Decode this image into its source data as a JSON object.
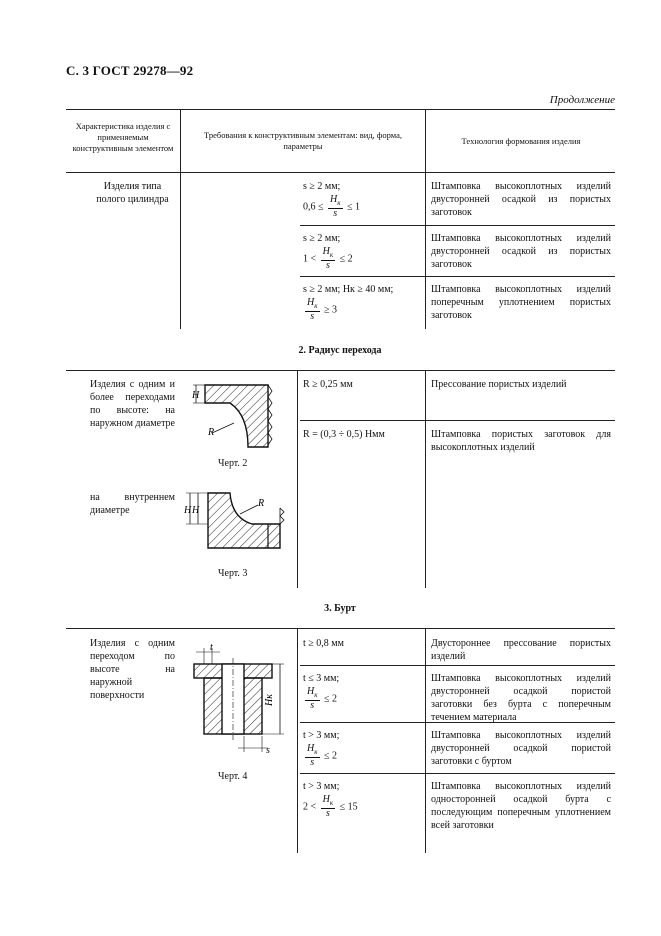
{
  "header": {
    "title": "С. 3 ГОСТ 29278—92",
    "continuation": "Продолжение"
  },
  "table_head": {
    "col1": "Характеристика изделия с применяемым конструктивным элементом",
    "col2": "Требования к конструктивным элементам: вид, форма, параметры",
    "col3": "Технология формования изделия"
  },
  "block1": {
    "item": "Изделия типа полого цилиндра",
    "rows": [
      {
        "req_line1": "s ≥ 2 мм;",
        "req_pre": "0,6 ≤",
        "req_num": "H",
        "req_sub": "к",
        "req_den": "s",
        "req_post": "≤ 1",
        "tech": "Штамповка высокоплотных изделий двусторонней осадкой из пористых заготовок"
      },
      {
        "req_line1": "s ≥ 2 мм;",
        "req_pre": "1 <",
        "req_num": "H",
        "req_sub": "к",
        "req_den": "s",
        "req_post": "≤ 2",
        "tech": "Штамповка высокоплотных изделий двусторонней осадкой из пористых заготовок"
      },
      {
        "req_line1": "s ≥ 2 мм; Hк ≥ 40 мм;",
        "req_pre": "",
        "req_num": "H",
        "req_sub": "к",
        "req_den": "s",
        "req_post": "≥ 3",
        "tech": "Штамповка высокоплотных изделий поперечным уплотнением пористых заготовок"
      }
    ]
  },
  "section2": {
    "title": "2. Радиус перехода",
    "item_outer": "Изделия с одним и более переходами по высоте: на наружном диаметре",
    "item_inner": "на внутреннем диаметре",
    "fig2_caption": "Черт. 2",
    "fig3_caption": "Черт. 3",
    "fig_labels": {
      "H": "H",
      "R": "R"
    },
    "rows": [
      {
        "req": "R ≥ 0,25 мм",
        "tech": "Прессование пористых изделий"
      },
      {
        "req": "R = (0,3 ÷ 0,5) Hмм",
        "tech": "Штамповка пористых заготовок для высокоплотных изделий"
      }
    ]
  },
  "section3": {
    "title": "3. Бурт",
    "item": "Изделия с одним переходом по высоте на наружной поверхности",
    "fig4_caption": "Черт. 4",
    "fig_labels": {
      "t": "t",
      "Hk": "Hк",
      "s": "s"
    },
    "rows": [
      {
        "req_line1": "t ≥ 0,8 мм",
        "has_frac": false,
        "req_pre": "",
        "req_post": "",
        "tech": "Двустороннее прессование пористых изделий"
      },
      {
        "req_line1": "t ≤ 3 мм;",
        "has_frac": true,
        "req_pre": "",
        "req_post": "≤ 2",
        "tech": "Штамповка высокоплотных изделий двусторонней осадкой пористой заготовки без бурта с поперечным течением материала"
      },
      {
        "req_line1": "t > 3 мм;",
        "has_frac": true,
        "req_pre": "",
        "req_post": "≤ 2",
        "tech": "Штамповка высокоплотных изделий двусторонней осадкой пористой заготовки с буртом"
      },
      {
        "req_line1": "t > 3 мм;",
        "has_frac": true,
        "req_pre": "2 <",
        "req_post": "≤ 15",
        "tech": "Штамповка высокоплотных изделий односторонней осадкой бурта с последующим поперечным уплотнением всей заготовки"
      }
    ]
  }
}
